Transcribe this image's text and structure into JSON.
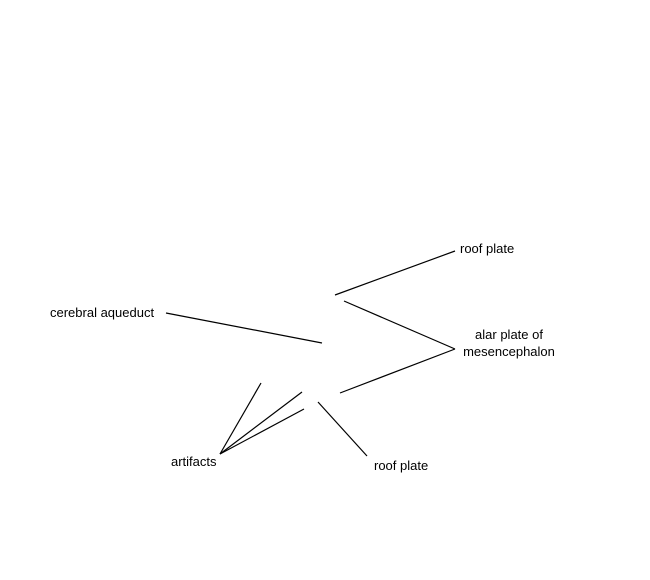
{
  "labels": {
    "roof_plate_top": "roof plate",
    "alar_plate_line1": "alar plate of",
    "alar_plate_line2": "mesencephalon",
    "cerebral_aqueduct": "cerebral aqueduct",
    "artifacts": "artifacts",
    "roof_plate_bottom": "roof plate"
  },
  "colors": {
    "background": "#ffffff",
    "lines": "#000000",
    "text": "#000000"
  }
}
